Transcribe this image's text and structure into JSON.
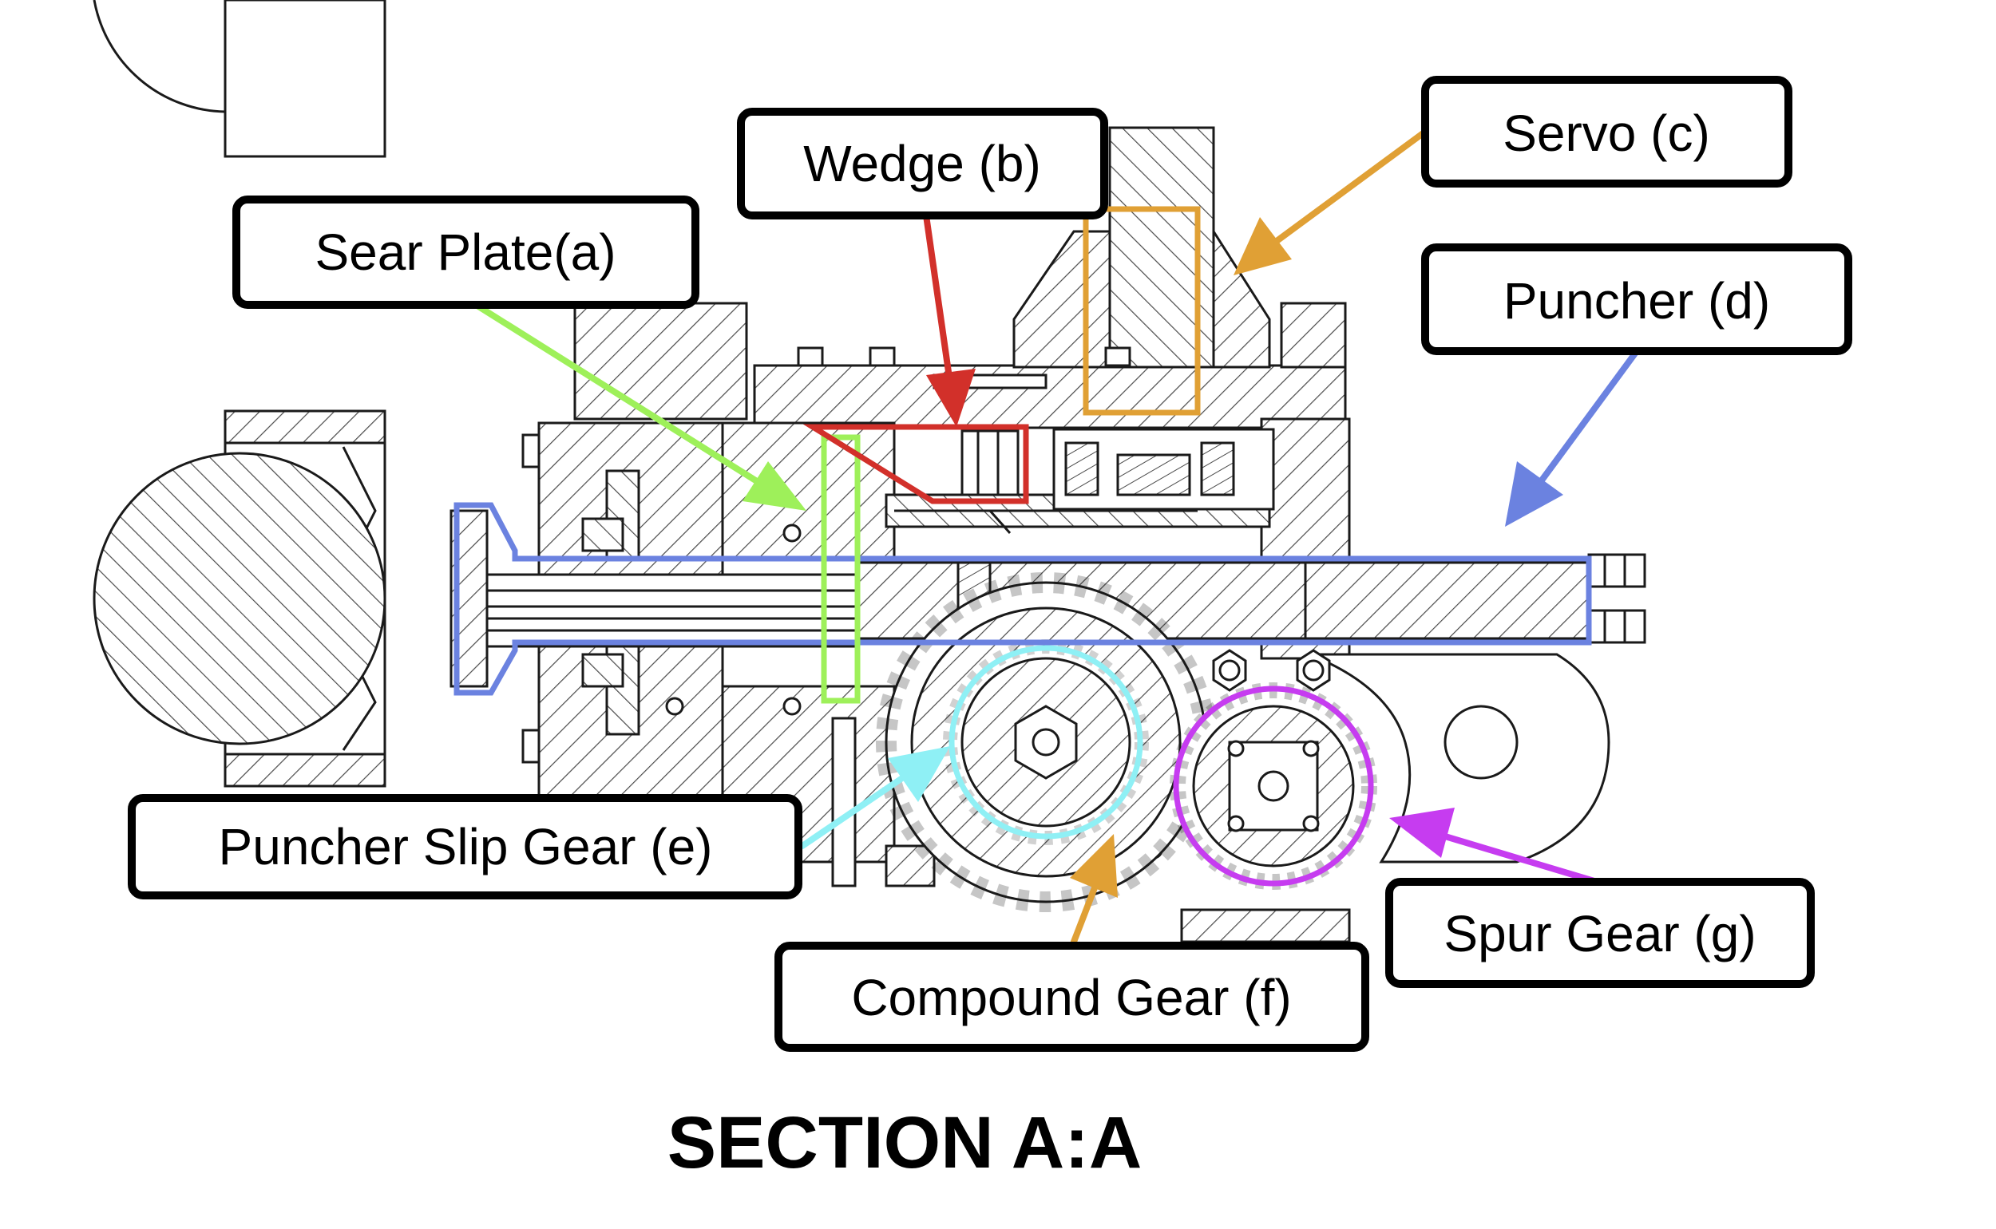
{
  "diagram": {
    "caption": "SECTION A:A",
    "labels": {
      "sear_plate": "Sear Plate(a)",
      "wedge": "Wedge (b)",
      "servo": "Servo (c)",
      "puncher": "Puncher (d)",
      "puncher_slip_gear": "Puncher Slip Gear (e)",
      "compound_gear": "Compound Gear (f)",
      "spur_gear": "Spur Gear (g)"
    },
    "colors": {
      "sear_plate": "#9ef05a",
      "wedge": "#d2302a",
      "servo": "#e0a035",
      "puncher": "#6b82e0",
      "puncher_slip_gear": "#8ff0f5",
      "compound_gear": "#e0a035",
      "spur_gear": "#c63cf0",
      "line": "#1a1a1a",
      "hatch": "#4a4a4a"
    }
  }
}
